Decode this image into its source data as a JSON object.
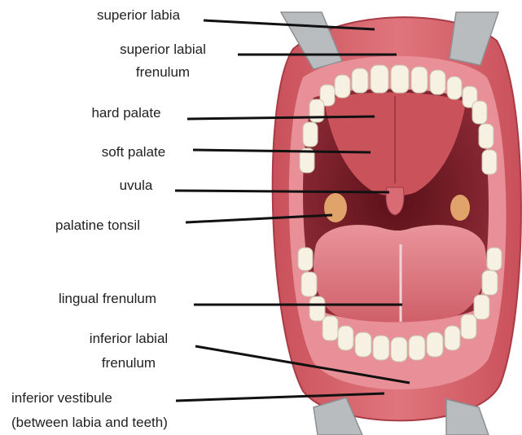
{
  "diagram": {
    "labels": {
      "superior_labia": "superior labia",
      "superior_labial_frenulum_1": "superior labial",
      "superior_labial_frenulum_2": "frenulum",
      "hard_palate": "hard palate",
      "soft_palate": "soft palate",
      "uvula": "uvula",
      "palatine_tonsil": "palatine tonsil",
      "lingual_frenulum": "lingual frenulum",
      "inferior_labial_frenulum_1": "inferior labial",
      "inferior_labial_frenulum_2": "frenulum",
      "inferior_vestibule": "inferior vestibule",
      "inferior_vestibule_note": "(between labia and teeth)"
    },
    "colors": {
      "lip": "#d9676e",
      "lip_dark": "#b8434d",
      "gum": "#e98f97",
      "cavity": "#7a1f2a",
      "palate": "#c9525b",
      "tongue": "#e07a82",
      "tooth": "#f6f1e2",
      "retractor": "#b9bcbf",
      "leader": "#111111"
    }
  }
}
